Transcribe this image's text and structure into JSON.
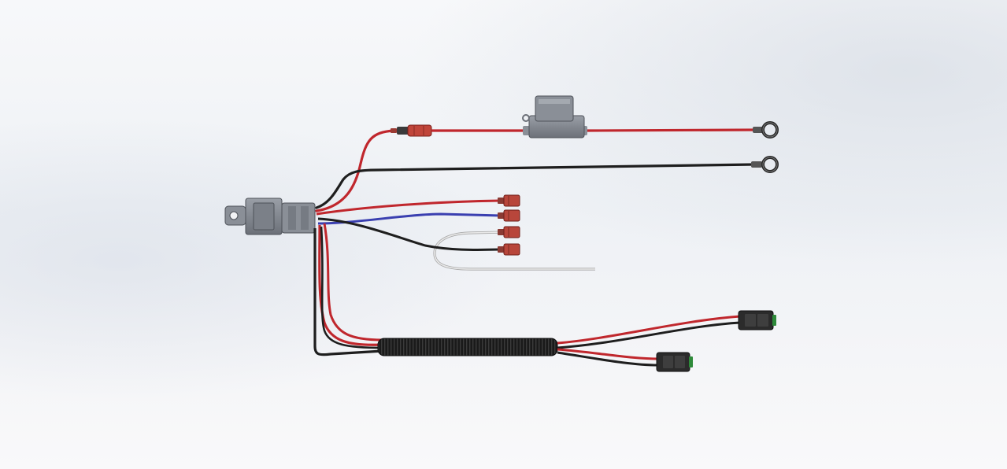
{
  "diagram": {
    "subject": "wiring-harness",
    "components": [
      "relay",
      "inline-fuse-holder",
      "ring-terminal-power",
      "ring-terminal-ground",
      "butt-connector",
      "spade-terminal-1",
      "spade-terminal-2",
      "spade-terminal-3",
      "spade-terminal-4",
      "split-loom-tube",
      "output-connector-1",
      "output-connector-2"
    ],
    "wire_colors": {
      "power": "#c0272d",
      "ground": "#1e1e1e",
      "switch": "#3a3fb0",
      "trigger": "#cfcfcf",
      "loom": "#151515",
      "housing": "#7f848c"
    }
  }
}
